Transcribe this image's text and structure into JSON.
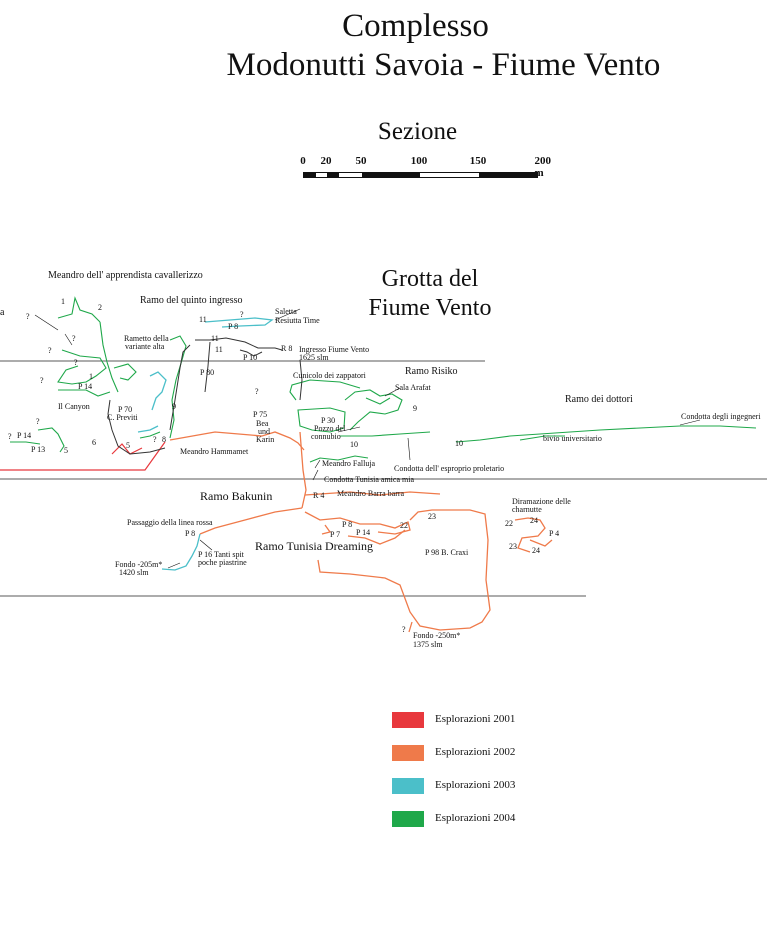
{
  "header": {
    "title_line1": "Complesso",
    "title_line2": "Modonutti Savoia - Fiume Vento",
    "section": "Sezione"
  },
  "scale": {
    "ticks": [
      "0",
      "20",
      "50",
      "100",
      "150",
      "200 m"
    ]
  },
  "cave_title": [
    "Grotta del",
    "Fiume Vento"
  ],
  "labels": {
    "a": "a",
    "meandro_apprendista": "Meandro dell' apprendista cavallerizzo",
    "ramo_quinto": "Ramo del quinto ingresso",
    "saletta": "Saletta",
    "resiutta": "Resiutta Time",
    "rametto1": "Rametto della",
    "rametto2": "variante alta",
    "ingresso1": "Ingresso Fiume Vento",
    "ingresso2": "1625 slm",
    "il_canyon": "Il Canyon",
    "p70": "P 70",
    "c_previti": "C. Previti",
    "p80": "P 80",
    "p10": "P 10",
    "p8_top": "P 8",
    "r8": "R 8",
    "p14_left": "P 14",
    "p13": "P 13",
    "p14_mid": "P 14",
    "meandro_hammamet": "Meandro Hammamet",
    "p75": "P 75",
    "bea": "Bea",
    "und": "und",
    "karin": "Karin",
    "cunicolo": "Cunicolo dei zappatori",
    "p30": "P 30",
    "pozzo1": "Pozzo del",
    "pozzo2": "connubio",
    "ramo_risiko": "Ramo Risiko",
    "sala_arafat": "Sala Arafat",
    "ramo_dottori": "Ramo dei dottori",
    "condotta_ingegneri": "Condotta degli ingegneri",
    "bivio": "bivio universitario",
    "meandro_falluja": "Meandro Falluja",
    "condotta_esproprio": "Condotta dell' esproprio proletario",
    "condotta_tunisia": "Condotta Tunisia amica mia",
    "ramo_bakunin": "Ramo Bakunin",
    "r4": "R 4",
    "meandro_barra": "Meandro Barra barra",
    "passaggio": "Passaggio della linea rossa",
    "p8_bak": "P 8",
    "p16a": "P 16 Tanti spit",
    "p16b": "poche piastrine",
    "fondo205a": "Fondo -205m*",
    "fondo205b": "1420 slm",
    "ramo_tunisia": "Ramo Tunisia Dreaming",
    "p8_tun": "P 8",
    "p7": "P 7",
    "p14_tun": "P 14",
    "n22a": "22",
    "n23a": "23",
    "p98": "P 98 B. Craxi",
    "diramazione1": "Diramazione delle",
    "diramazione2": "charnutte",
    "n22b": "22",
    "n24a": "24",
    "p4": "P 4",
    "n23b": "23",
    "n24b": "24",
    "fondo250a": "Fondo -250m*",
    "fondo250b": "1375 slm",
    "n2": "2",
    "n1": "1",
    "n1b": "1",
    "n11a": "11",
    "n11b": "11",
    "n11c": "11",
    "n9a": "9",
    "n9b": "9",
    "n8": "8",
    "n6": "6",
    "n5a": "5",
    "n5b": "5",
    "n10a": "10",
    "n10b": "10",
    "q": "?"
  },
  "legend": [
    {
      "label": "Esplorazioni 2001",
      "color": "#e8383d"
    },
    {
      "label": "Esplorazioni 2002",
      "color": "#ef7a4a"
    },
    {
      "label": "Esplorazioni 2003",
      "color": "#4bbfc9"
    },
    {
      "label": "Esplorazioni 2004",
      "color": "#1fa84a"
    }
  ]
}
